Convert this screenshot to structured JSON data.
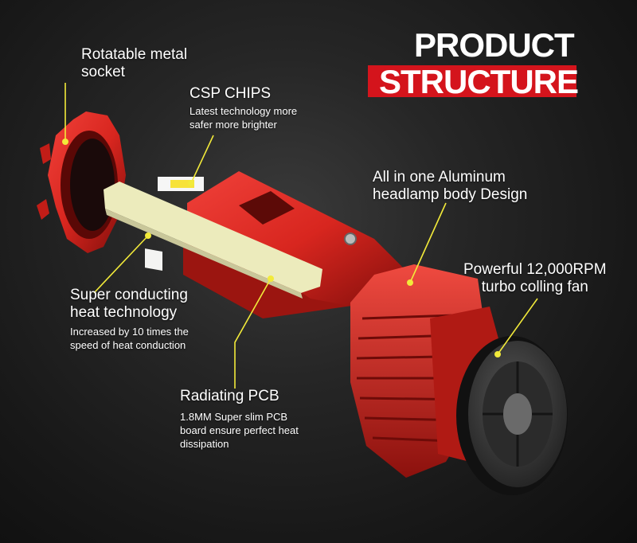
{
  "title": {
    "line1": "PRODUCT",
    "line2": "STRUCTURE",
    "accent_color": "#d4141c"
  },
  "callouts": [
    {
      "id": "socket",
      "heading": "Rotatable metal\nsocket",
      "detail": ""
    },
    {
      "id": "csp",
      "heading": "CSP CHIPS",
      "detail": "Latest technology more\nsafer more brighter"
    },
    {
      "id": "heat",
      "heading": "Super conducting\nheat technology",
      "detail": "Increased by 10 times the\nspeed of heat conduction"
    },
    {
      "id": "pcb",
      "heading": "Radiating PCB",
      "detail": "1.8MM  Super slim  PCB\nboard ensure perfect heat\ndissipation"
    },
    {
      "id": "body",
      "heading": "All in one Aluminum\nheadlamp body Design",
      "detail": ""
    },
    {
      "id": "fan",
      "heading": "Powerful 12,000RPM\nturbo colling fan",
      "detail": ""
    }
  ],
  "colors": {
    "leader_line": "#f2ea3a",
    "body_red": "#d8261f",
    "dark_red": "#8e0f0c",
    "fan_gray": "#3b3b3b"
  }
}
